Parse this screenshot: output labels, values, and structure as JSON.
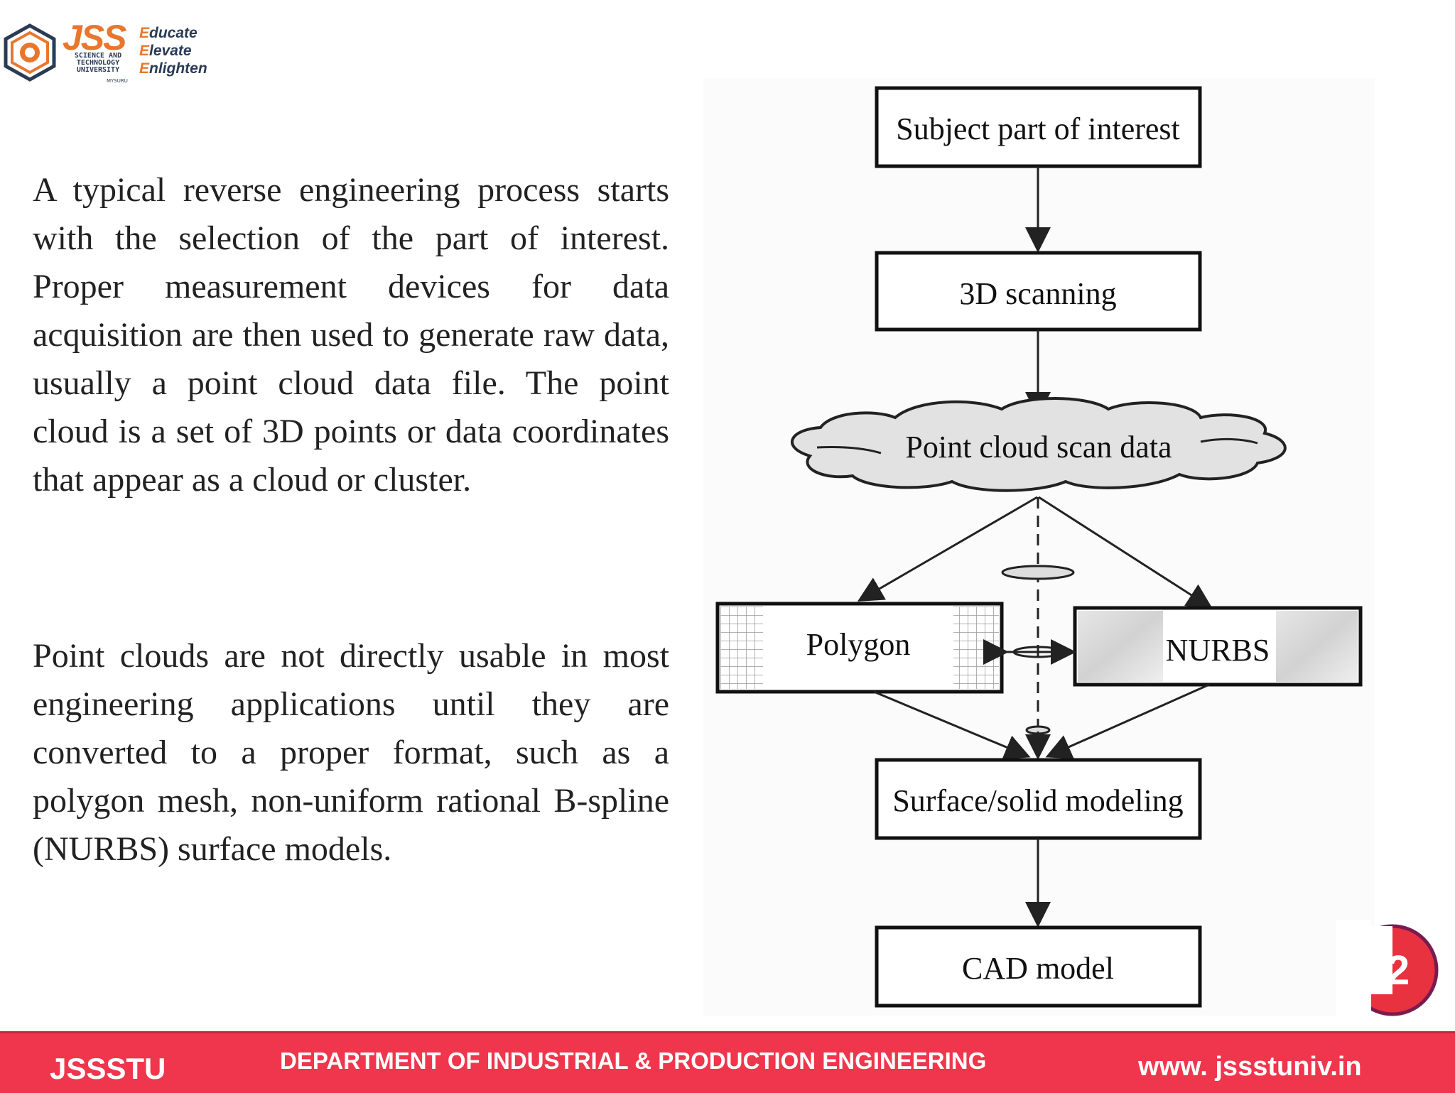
{
  "header": {
    "logo_text": "JSS",
    "university_lines": [
      "SCIENCE AND",
      "TECHNOLOGY",
      "UNIVERSITY"
    ],
    "city": "MYSURU",
    "motto": [
      {
        "cap": "E",
        "rest": "ducate"
      },
      {
        "cap": "E",
        "rest": "levate"
      },
      {
        "cap": "E",
        "rest": "nlighten"
      }
    ]
  },
  "content": {
    "paragraph_1": "A typical reverse engineering process starts with the selection of the part of interest. Proper measurement devices for data acquisition are then used to generate raw data, usually a point cloud data file. The point cloud is a set of 3D points or data coordinates that appear as a cloud or cluster.",
    "paragraph_2": "Point clouds are not directly usable in most engineering applications until they are converted to a proper format, such as a polygon mesh, non-uniform rational B-spline (NURBS) surface models."
  },
  "flowchart": {
    "nodes": {
      "subject": "Subject part of interest",
      "scanning": "3D scanning",
      "point_cloud": "Point cloud scan data",
      "polygon": "Polygon",
      "nurbs": "NURBS",
      "modeling": "Surface/solid modeling",
      "cad": "CAD model"
    }
  },
  "page_number": "2",
  "footer": {
    "left": "JSSSTU",
    "center": "DEPARTMENT OF INDUSTRIAL & PRODUCTION ENGINEERING",
    "right": "www. jssstuniv.in"
  },
  "colors": {
    "footer_bg": "#f0364c",
    "logo_orange": "#e8772e",
    "logo_navy": "#2a3b55"
  }
}
